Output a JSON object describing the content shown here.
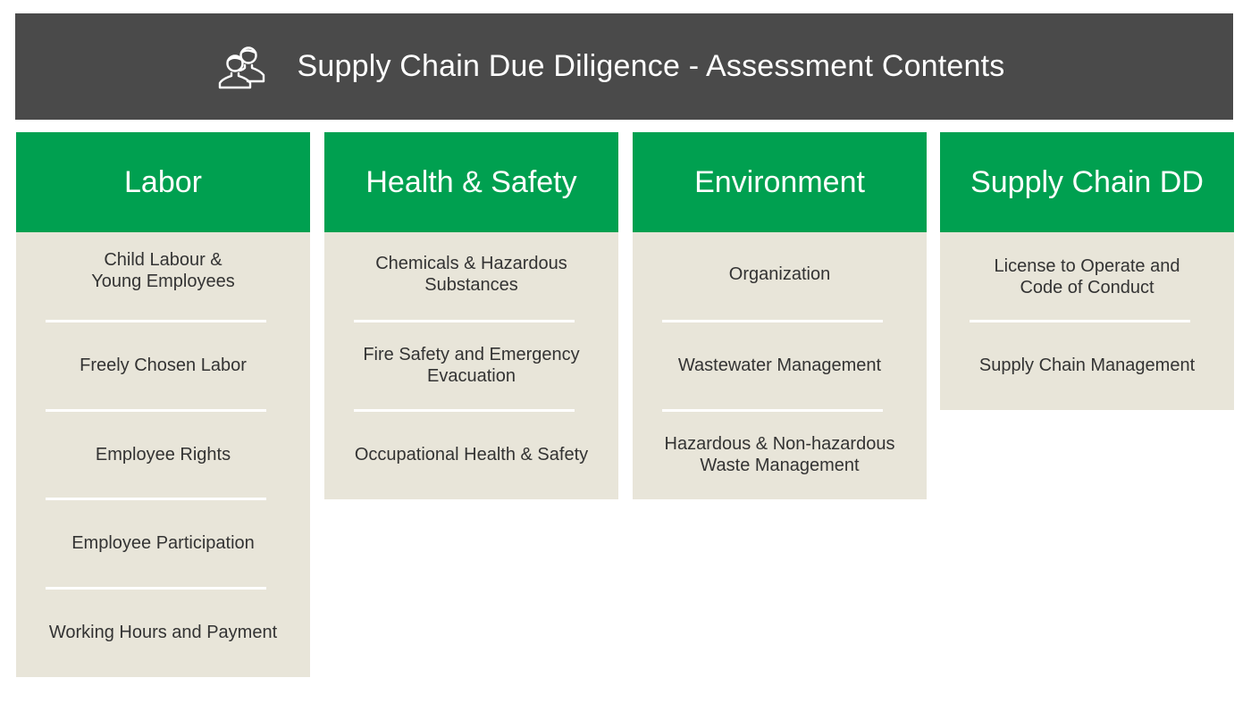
{
  "header": {
    "title": "Supply Chain Due Diligence - Assessment Contents",
    "icon": "people-icon"
  },
  "colors": {
    "header_bg": "#4a4a4a",
    "category_bg": "#00a050",
    "item_bg": "#e8e5d9",
    "divider": "#ffffff",
    "item_text": "#333333"
  },
  "columns": [
    {
      "title": "Labor",
      "items": [
        "Child Labour &\nYoung Employees",
        "Freely Chosen Labor",
        "Employee Rights",
        "Employee Participation",
        "Working Hours and Payment"
      ]
    },
    {
      "title": "Health & Safety",
      "items": [
        "Chemicals & Hazardous\nSubstances",
        "Fire Safety and Emergency\nEvacuation",
        "Occupational Health & Safety"
      ]
    },
    {
      "title": "Environment",
      "items": [
        "Organization",
        "Wastewater Management",
        "Hazardous & Non-hazardous\nWaste Management"
      ]
    },
    {
      "title": "Supply Chain DD",
      "items": [
        "License to Operate and\nCode of Conduct",
        "Supply Chain Management"
      ]
    }
  ]
}
